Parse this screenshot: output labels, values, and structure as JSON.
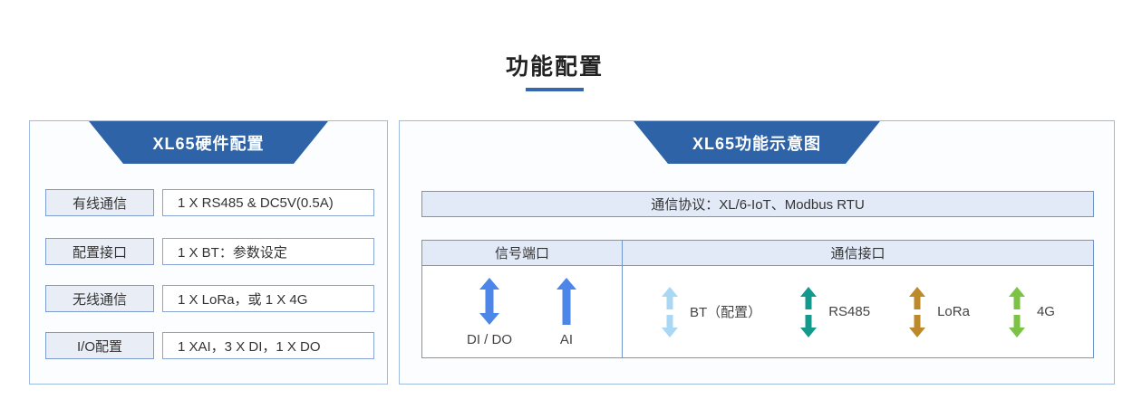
{
  "page": {
    "title": "功能配置"
  },
  "colors": {
    "header_blue": "#2E64A7",
    "title_underline": "#3568AE",
    "panel_border": "#9FBBDF",
    "table_border": "#6F96CD",
    "signal_arrow_blue": "#4C86E8",
    "bt_arrow_lightblue": "#A9D7F4",
    "rs485_arrow_teal": "#14998D",
    "lora_arrow_gold": "#BC8A2B",
    "g4_arrow_green": "#7CC244"
  },
  "left_panel": {
    "header": "XL65硬件配置",
    "rows": [
      {
        "label": "有线通信",
        "value": "1 X RS485 & DC5V(0.5A)"
      },
      {
        "label": "配置接口",
        "value": "1 X BT：参数设定"
      },
      {
        "label": "无线通信",
        "value": "1 X LoRa，或 1 X 4G"
      },
      {
        "label": "I/O配置",
        "value": "1 XAI，3 X DI，1 X DO"
      }
    ]
  },
  "right_panel": {
    "header": "XL65功能示意图",
    "protocol_text": "通信协议：XL/6-IoT、Modbus RTU",
    "table": {
      "columns": {
        "signal": "信号端口",
        "comm": "通信接口"
      },
      "signal_ports": [
        {
          "label": "DI / DO",
          "icon": "double-arrow",
          "color": "#4C86E8"
        },
        {
          "label": "AI",
          "icon": "up-arrow",
          "color": "#4C86E8"
        }
      ],
      "comm_interfaces": [
        {
          "label": "BT（配置）",
          "icon": "split-double-arrow",
          "color": "#A9D7F4"
        },
        {
          "label": "RS485",
          "icon": "split-double-arrow",
          "color": "#14998D"
        },
        {
          "label": "LoRa",
          "icon": "split-double-arrow",
          "color": "#BC8A2B"
        },
        {
          "label": "4G",
          "icon": "split-double-arrow",
          "color": "#7CC244"
        }
      ]
    }
  }
}
